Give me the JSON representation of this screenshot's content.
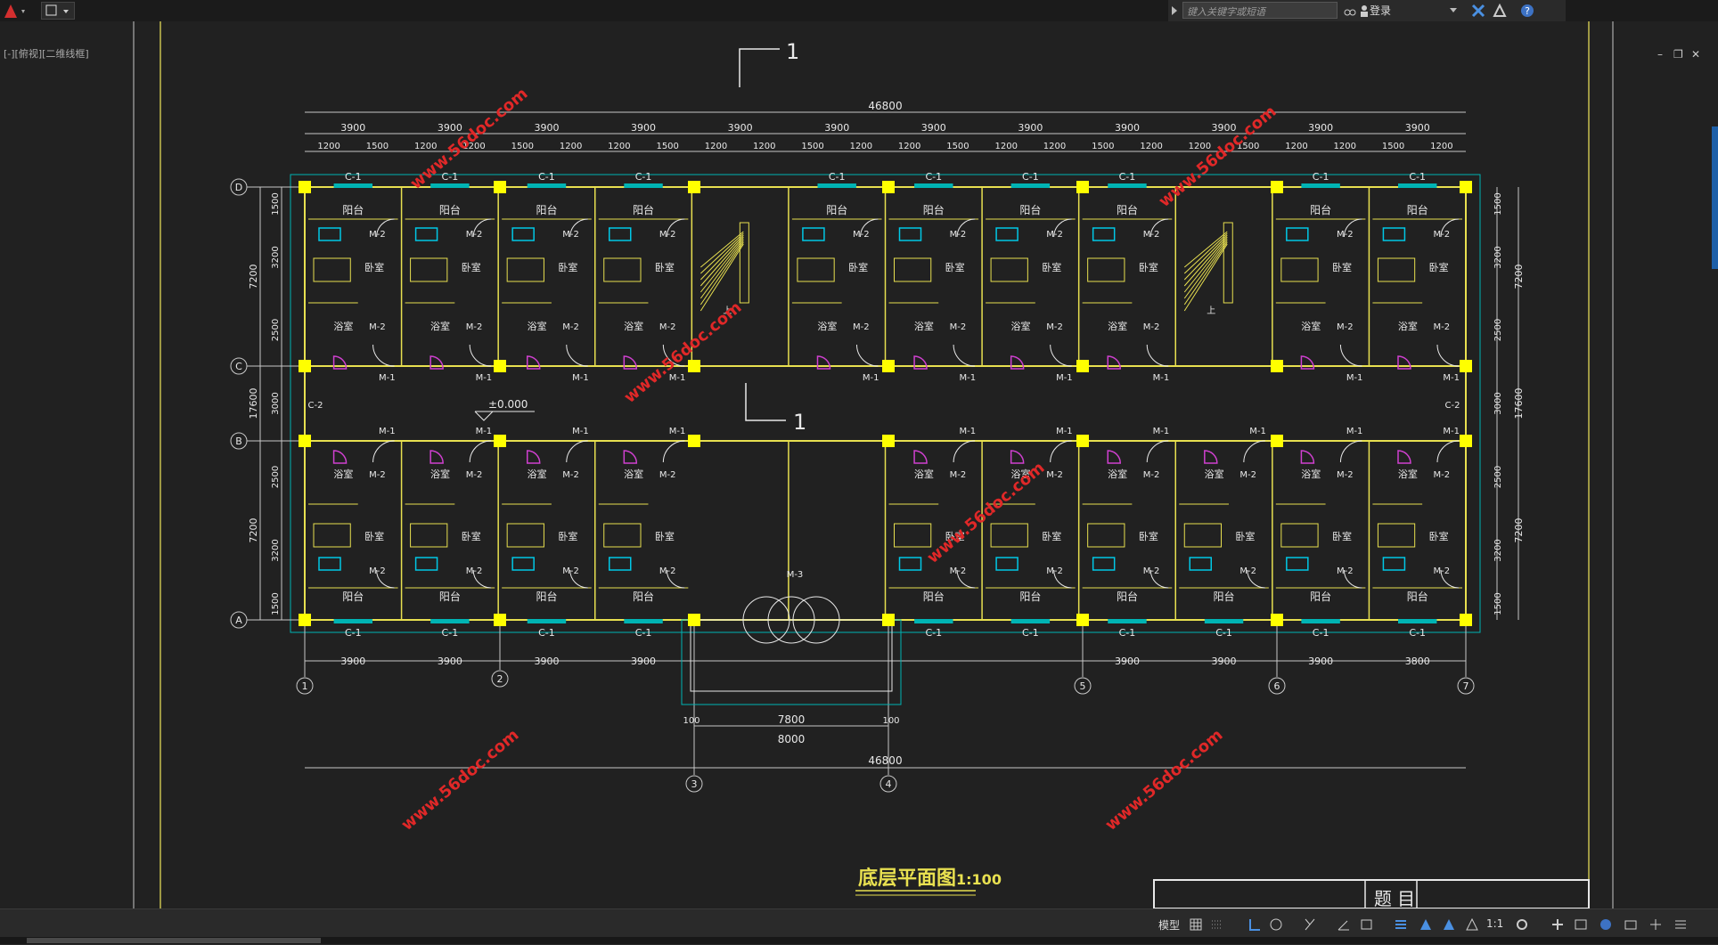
{
  "infocenter": {
    "search_placeholder": "键入关键字或短语",
    "login_label": "登录"
  },
  "viewport": {
    "label": "[-][俯视][二维线框]"
  },
  "window_controls": {
    "minimize": "–",
    "restore": "❐",
    "close": "✕"
  },
  "drawing": {
    "title": "底层平面图",
    "scale_text": "1:100",
    "section_mark_top": "1",
    "section_mark_mid": "1",
    "level_mark": "±0.000",
    "title_block_label": "题 目",
    "total_dim_top": "46800",
    "total_dim_bottom": "46800",
    "bay_dims_top": [
      "3900",
      "3900",
      "3900",
      "3900",
      "3900",
      "3900",
      "3900",
      "3900",
      "3900",
      "3900",
      "3900",
      "3900"
    ],
    "sub_dims_top": [
      "1200",
      "1500",
      "1200",
      "1200",
      "1500",
      "1200",
      "1200",
      "1500",
      "1200",
      "1200",
      "1500",
      "1200",
      "1200",
      "1500",
      "1200",
      "1200",
      "1500",
      "1200",
      "1200",
      "1500",
      "1200",
      "1200",
      "1500",
      "1200"
    ],
    "bottom_bay_dims": [
      "3900",
      "3900",
      "3900",
      "3900",
      "3900",
      "3900",
      "3900",
      "3800"
    ],
    "entrance_dims": [
      "7800",
      "8000"
    ],
    "entrance_small": [
      "100",
      "100"
    ],
    "left_dims": [
      "1500",
      "3200",
      "2500",
      "3000",
      "2500",
      "3200",
      "1500"
    ],
    "left_totals": [
      "7200",
      "17600",
      "7200"
    ],
    "right_dims": [
      "1500",
      "3200",
      "2500",
      "3000",
      "2500",
      "3200",
      "1500"
    ],
    "right_totals": [
      "7200",
      "17600",
      "7200"
    ],
    "axes_rows": [
      "D",
      "C",
      "B",
      "A"
    ],
    "axes_cols": [
      "1",
      "2",
      "3",
      "4",
      "5",
      "6",
      "7"
    ],
    "room_labels": {
      "balcony": "阳台",
      "bedroom": "卧室",
      "bathroom": "浴室",
      "door_m1": "M-1",
      "door_m2": "M-2",
      "door_m3": "M-3",
      "window_c1": "C-1",
      "window_c2": "C-2"
    },
    "watermark": "www.56doc.com",
    "stair_label": "上"
  },
  "statusbar": {
    "model_label": "模型",
    "scale_label": "1:1"
  },
  "colors": {
    "wall": "#e8e050",
    "column": "#ffff00",
    "dim": "#c8c8c8",
    "window": "#00b4b4",
    "fixture": "#00c8e6",
    "shower": "#d040d0",
    "watermark": "#e02828",
    "border": "#c8c050"
  }
}
